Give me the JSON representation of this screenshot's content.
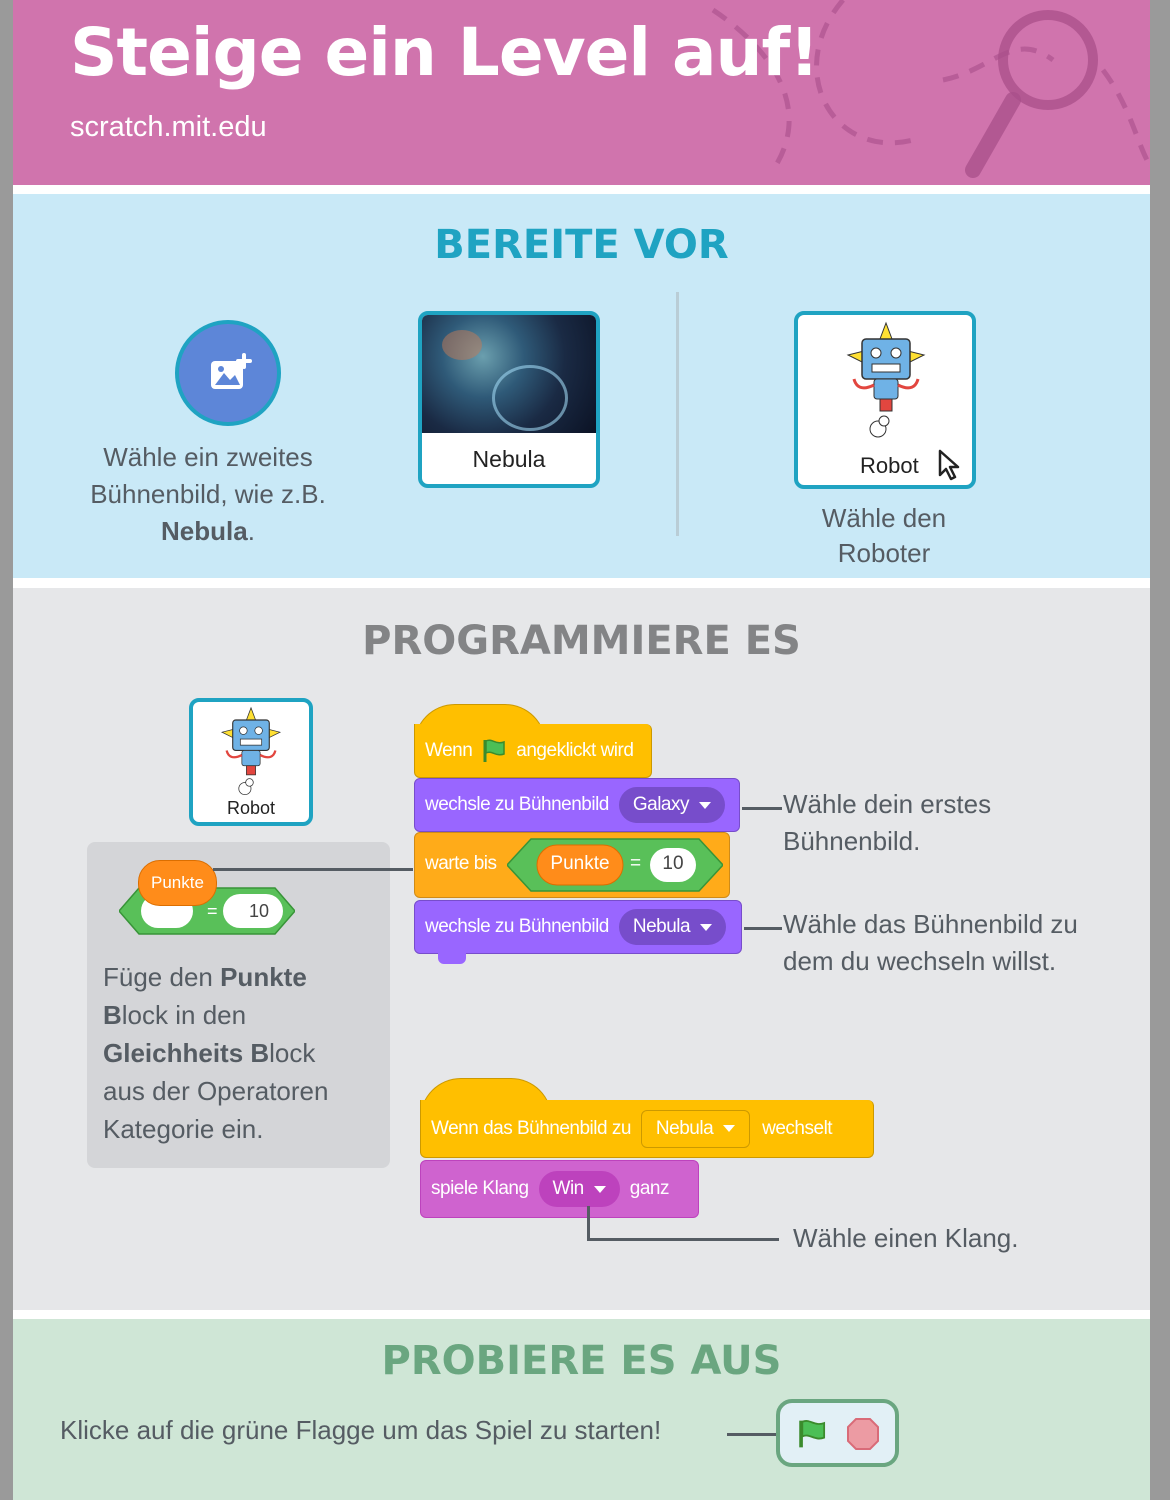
{
  "header": {
    "title": "Steige ein Level auf!",
    "url": "scratch.mit.edu"
  },
  "prep": {
    "heading": "BEREITE VOR",
    "backdrop_text_1": "Wähle ein zweites",
    "backdrop_text_2": "Bühnenbild, wie z.B.",
    "backdrop_text_bold": "Nebula",
    "backdrop_text_end": ".",
    "nebula_label": "Nebula",
    "robot_label": "Robot",
    "robot_text_1": "Wähle den",
    "robot_text_2": "Roboter"
  },
  "code": {
    "heading": "PROGRAMMIERE ES",
    "sprite_label": "Robot",
    "tip_reporter": "Punkte",
    "tip_value": "10",
    "tip_eq": "=",
    "tip_l1_bold": "Punkte",
    "tip_l1": "Füge den ",
    "tip_l2_bold": "B",
    "tip_l2": "lock in den",
    "tip_l3_bold": "Gleichheits B",
    "tip_l3": "lock",
    "tip_l4": "aus der Operatoren",
    "tip_l5": "Kategorie ein.",
    "script1": {
      "hat_a": "Wenn",
      "hat_b": "angeklickt wird",
      "switch1": "wechsle zu Bühnenbild",
      "switch1_value": "Galaxy",
      "wait": "warte bis",
      "wait_reporter": "Punkte",
      "wait_eq": "=",
      "wait_value": "10",
      "switch2": "wechsle zu Bühnenbild",
      "switch2_value": "Nebula"
    },
    "note1_a": "Wähle dein erstes",
    "note1_b": "Bühnenbild.",
    "note2_a": "Wähle das Bühnenbild zu",
    "note2_b": "dem du wechseln willst.",
    "script2": {
      "hat_a": "Wenn das Bühnenbild zu",
      "hat_value": "Nebula",
      "hat_b": "wechselt",
      "sound_a": "spiele Klang",
      "sound_value": "Win",
      "sound_b": "ganz"
    },
    "note3": "Wähle einen Klang."
  },
  "try": {
    "heading": "PROBIERE ES AUS",
    "text": "Klicke auf die grüne Flagge um das Spiel zu starten!"
  },
  "colors": {
    "header": "#d074ad",
    "prep_bg": "#c9e9f7",
    "prep_title": "#1fa3c2",
    "code_bg": "#e6e7e9",
    "code_title": "#838486",
    "try_bg": "#cfe6d6",
    "try_title": "#6aa680"
  }
}
